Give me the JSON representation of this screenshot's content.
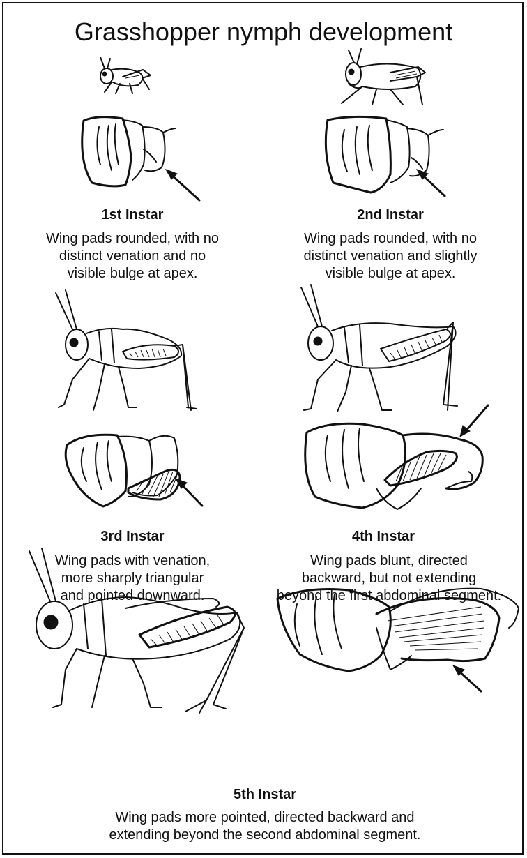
{
  "title": "Grasshopper nymph development",
  "stages": [
    {
      "label": "1st Instar",
      "desc": [
        "Wing pads rounded, with no",
        "distinct venation and no",
        "visible bulge at apex."
      ]
    },
    {
      "label": "2nd Instar",
      "desc": [
        "Wing pads rounded, with no",
        "distinct venation and slightly",
        "visible bulge at apex."
      ]
    },
    {
      "label": "3rd Instar",
      "desc": [
        "Wing pads with venation,",
        "more sharply triangular",
        "and pointed downward."
      ]
    },
    {
      "label": "4th Instar",
      "desc": [
        "Wing pads blunt, directed",
        "backward, but not extending",
        "beyond the first abdominal segment."
      ]
    },
    {
      "label": "5th Instar",
      "desc": [
        "Wing pads more pointed, directed backward and",
        "extending beyond the second abdominal segment."
      ]
    }
  ]
}
